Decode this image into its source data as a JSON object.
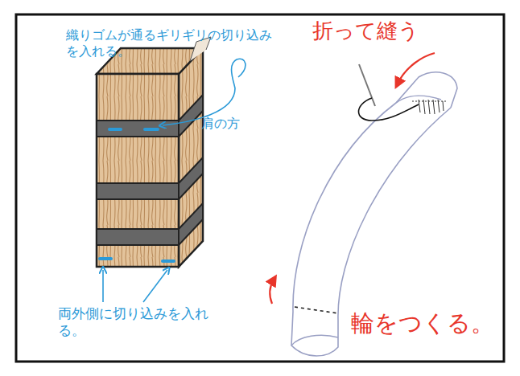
{
  "diagram": {
    "labels": [
      "織りゴムが通るギリギリの切り込みを入れる。",
      "肩の方",
      "両外側に切り込みを入れる。",
      "折って縫う",
      "輪をつくる。"
    ]
  }
}
